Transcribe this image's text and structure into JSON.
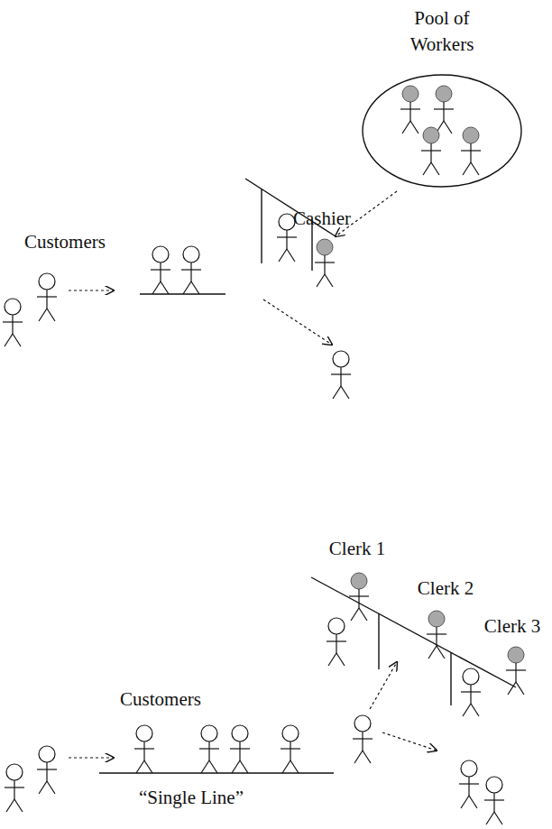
{
  "diagram": {
    "nodes": [
      {
        "text": [
          "Pool of Workers"
        ]
      }
    ],
    "labels": [
      "Cashier",
      "Customers",
      "Clerk 1",
      "Clerk 2",
      "Clerk 3",
      "Customers",
      "“Single Line”"
    ]
  }
}
